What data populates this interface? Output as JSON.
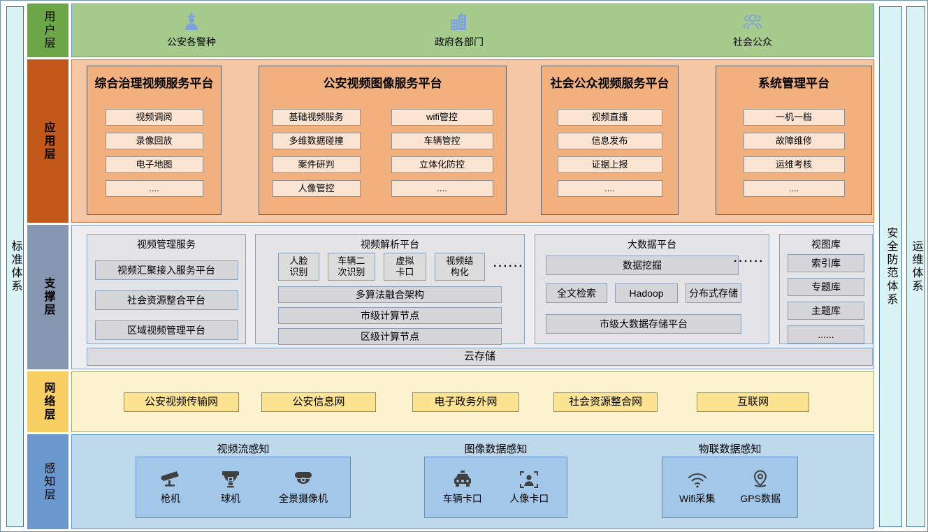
{
  "sidebars": {
    "left": "标准体系",
    "right_security": "安全防范体系",
    "right_ops": "运维体系"
  },
  "user_layer": {
    "label": "用户层",
    "groups": [
      {
        "icon": "police-officer-icon",
        "name": "公安各警种"
      },
      {
        "icon": "government-buildings-icon",
        "name": "政府各部门"
      },
      {
        "icon": "public-group-icon",
        "name": "社会公众"
      }
    ]
  },
  "app_layer": {
    "label": "应用层",
    "platforms": [
      {
        "title": "综合治理视频服务平台",
        "items": [
          "视频调阅",
          "录像回放",
          "电子地图",
          "...."
        ]
      },
      {
        "title": "公安视频图像服务平台",
        "left_items": [
          "基础视频服务",
          "多维数据碰撞",
          "案件研判",
          "人像管控"
        ],
        "right_items": [
          "wifi管控",
          "车辆管控",
          "立体化防控",
          "...."
        ]
      },
      {
        "title": "社会公众视频服务平台",
        "items": [
          "视频直播",
          "信息发布",
          "证据上报",
          "...."
        ]
      },
      {
        "title": "系统管理平台",
        "items": [
          "一机一档",
          "故障维修",
          "运维考核",
          "...."
        ]
      }
    ]
  },
  "support_layer": {
    "label": "支撑层",
    "video_mgmt": {
      "title": "视频管理服务",
      "items": [
        "视频汇聚接入服务平台",
        "社会资源整合平台",
        "区域视频管理平台"
      ]
    },
    "video_analysis": {
      "title": "视频解析平台",
      "chips": [
        "人脸\n识别",
        "车辆二\n次识别",
        "虚拟\n卡口",
        "视频结\n构化"
      ],
      "dots": "······",
      "bars": [
        "多算法融合架构",
        "市级计算节点",
        "区级计算节点"
      ]
    },
    "big_data": {
      "title": "大数据平台",
      "top_bar": "数据挖掘",
      "dots": "······",
      "middle": [
        "全文检索",
        "Hadoop",
        "分布式存储"
      ],
      "bottom_bar": "市级大数据存储平台"
    },
    "video_library": {
      "title": "视图库",
      "items": [
        "索引库",
        "专题库",
        "主题库",
        "......"
      ]
    },
    "cloud_storage": "云存储"
  },
  "network_layer": {
    "label": "网络层",
    "items": [
      "公安视频传输网",
      "公安信息网",
      "电子政务外网",
      "社会资源整合网",
      "互联网"
    ]
  },
  "perception_layer": {
    "label": "感知层",
    "groups": [
      {
        "title": "视频流感知",
        "devices": [
          {
            "icon": "bullet-camera-icon",
            "label": "枪机"
          },
          {
            "icon": "dome-camera-icon",
            "label": "球机"
          },
          {
            "icon": "panoramic-camera-icon",
            "label": "全景摄像机"
          }
        ]
      },
      {
        "title": "图像数据感知",
        "devices": [
          {
            "icon": "vehicle-checkpoint-icon",
            "label": "车辆卡口"
          },
          {
            "icon": "face-checkpoint-icon",
            "label": "人像卡口"
          }
        ]
      },
      {
        "title": "物联数据感知",
        "devices": [
          {
            "icon": "wifi-icon",
            "label": "Wifi采集"
          },
          {
            "icon": "gps-pin-icon",
            "label": "GPS数据"
          }
        ]
      }
    ]
  },
  "colors": {
    "user_label": "#6ca647",
    "user_row": "#a6cb8d",
    "app_label": "#c2591b",
    "app_row": "#f6c7a4",
    "app_platform": "#f3b07f",
    "app_item": "#fbe4d2",
    "support_label": "#8496b0",
    "support_row": "#eeeef0",
    "support_item": "#d6d6d8",
    "network_label": "#f9ce62",
    "network_row": "#fbf2ce",
    "network_item": "#fce391",
    "perception_label": "#6b98cc",
    "perception_row": "#bed8ec",
    "perception_box": "#a3c7e8",
    "sidebar": "#daf3f5",
    "user_icon_blue": "#7ca3dc",
    "device_icon_dark": "#3f3f3f"
  }
}
